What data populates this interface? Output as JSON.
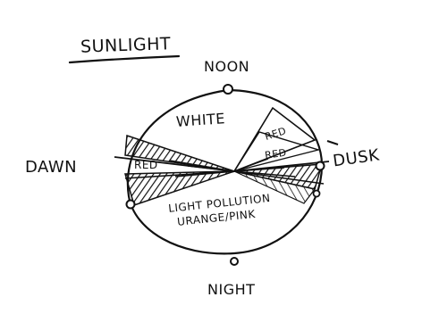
{
  "title": "SUNLIGHT",
  "labels": {
    "noon": "NOON",
    "dawn": "DAWN",
    "dusk": "DUSK",
    "night": "NIGHT",
    "white": "WHITE",
    "red_left": "RED",
    "red_right_1": "RED",
    "red_right_2": "RED",
    "light_pollution_line1": "LIGHT POLLUTION",
    "light_pollution_line2": "URANGE/PINK"
  },
  "colors": {
    "ink": "#111111",
    "paper": "#ffffff"
  }
}
